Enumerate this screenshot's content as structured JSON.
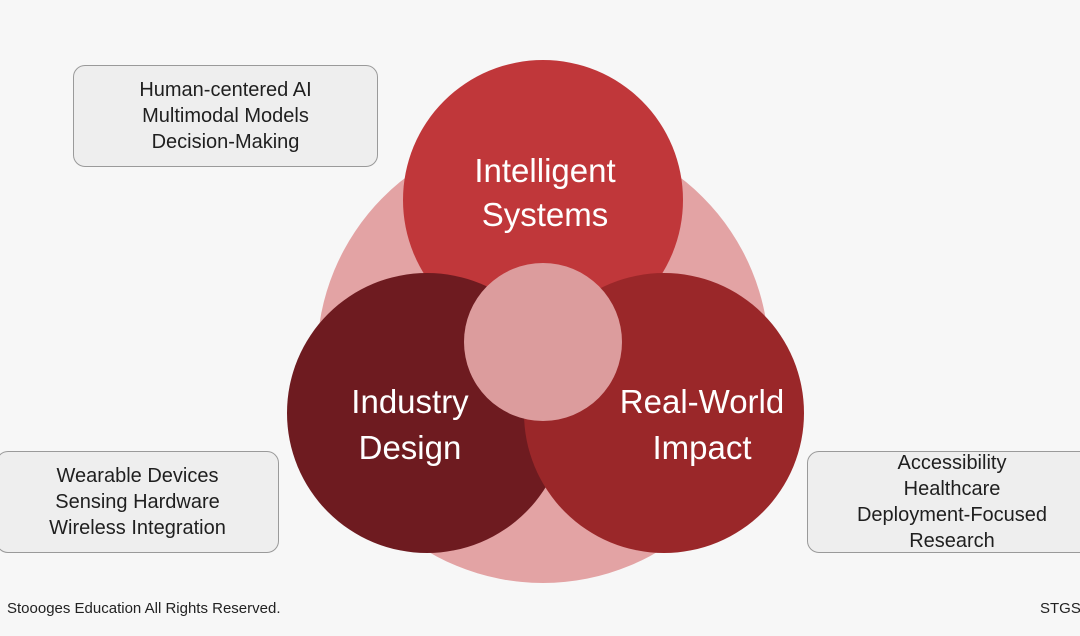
{
  "diagram": {
    "circles": [
      {
        "id": "intelligent",
        "lines": [
          "Intelligent",
          "Systems"
        ],
        "color": "#c0373a"
      },
      {
        "id": "industry",
        "lines": [
          "Industry",
          "Design"
        ],
        "color": "#6e1b20"
      },
      {
        "id": "realworld",
        "lines": [
          "Real-World",
          "Impact"
        ],
        "color": "#9a2729"
      }
    ],
    "background_circle_color": "#e3a3a4",
    "center_circle_color": "#dc9c9d"
  },
  "callouts": {
    "top_left": [
      "Human-centered AI",
      "Multimodal Models",
      "Decision-Making"
    ],
    "bottom_left": [
      "Wearable Devices",
      "Sensing Hardware",
      "Wireless Integration"
    ],
    "bottom_right": [
      "Accessibility",
      "Healthcare",
      "Deployment-Focused",
      "Research"
    ]
  },
  "footer": {
    "left": "Stoooges Education All Rights Reserved.",
    "right": "STGS"
  }
}
